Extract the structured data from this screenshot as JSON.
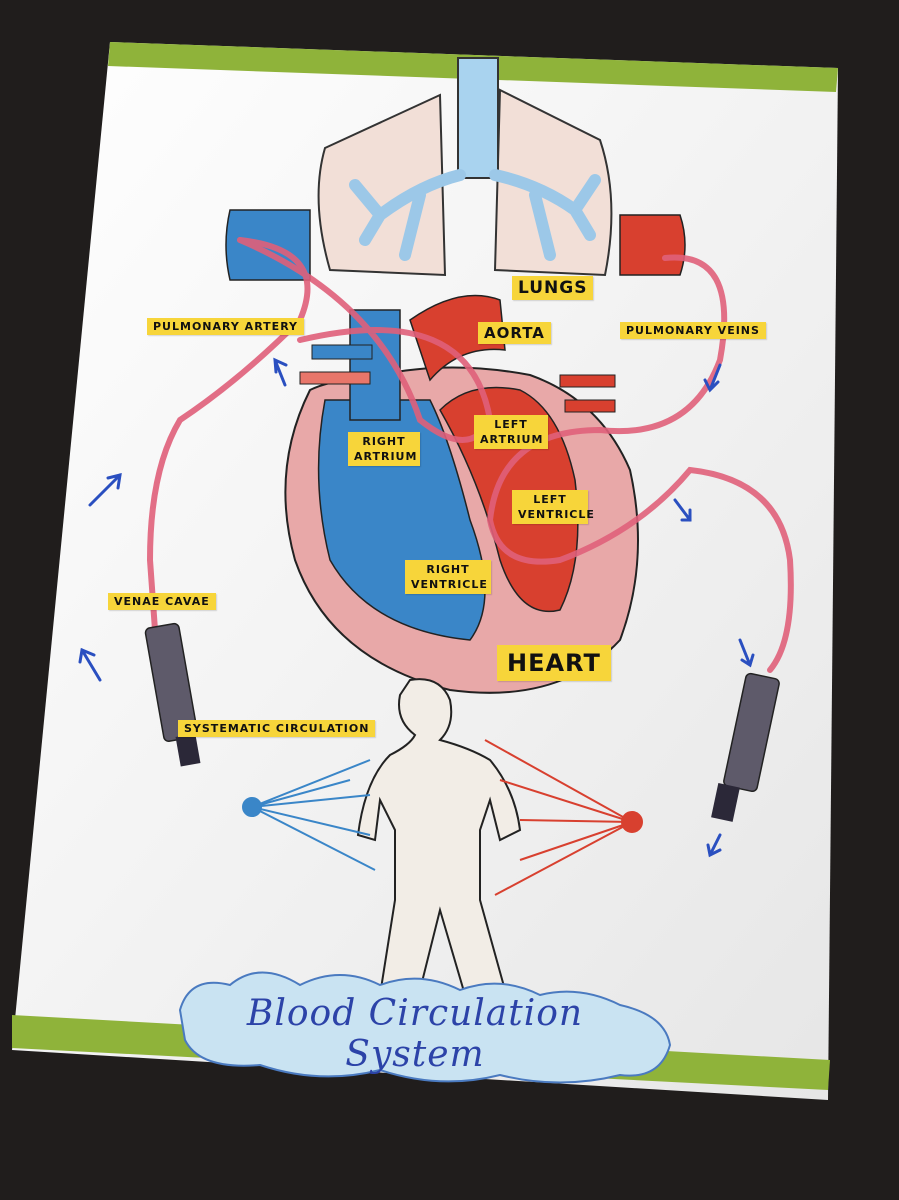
{
  "poster": {
    "title": "Blood Circulation System",
    "background_color": "#201d1c",
    "paper_color": "#f4f4f4",
    "border_color": "#8fb33a"
  },
  "labels": {
    "lungs": "LUNGS",
    "aorta": "AORTA",
    "pulmonary_artery": "PULMONARY ARTERY",
    "pulmonary_veins": "PULMONARY VEINS",
    "right_atrium": "RIGHT ARTRIUM",
    "left_atrium": "LEFT ARTRIUM",
    "left_ventricle": "LEFT VENTRICLE",
    "right_ventricle": "RIGHT VENTRICLE",
    "venae_cavae": "VENAE CAVAE",
    "heart": "HEART",
    "systematic_circulation": "SYSTEMATIC CIRCULATION"
  },
  "colors": {
    "deoxygenated_blue": "#3a86c8",
    "oxygenated_red": "#d8402f",
    "heart_pink": "#e8a8a8",
    "tube_pink": "#e0607a",
    "label_yellow": "#f7d53a",
    "arrow_blue": "#2a4fc0"
  },
  "icons": {
    "syringe_left": "syringe-icon",
    "syringe_right": "syringe-icon"
  }
}
